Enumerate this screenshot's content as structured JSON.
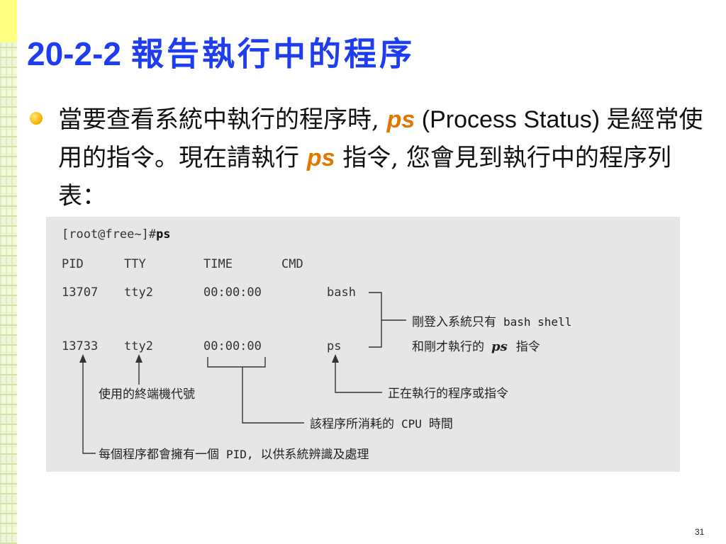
{
  "slide": {
    "title_num": "20-2-2",
    "title_text": "報告執行中的程序",
    "page_number": "31"
  },
  "bullet": {
    "p1": "當要查看系統中執行的程序時, ",
    "cmd1": "ps",
    "p2": " (Process Status) ",
    "p3": "是經常使用的指令。現在請執行 ",
    "cmd2": "ps",
    "p4": " 指令, 您會見到執行中的程序列表："
  },
  "figure": {
    "prompt": "[root@free~]#",
    "prompt_cmd": "ps",
    "headers": [
      "PID",
      "TTY",
      "TIME",
      "CMD"
    ],
    "rows": [
      {
        "pid": "13707",
        "tty": "tty2",
        "time": "00:00:00",
        "cmd": "bash"
      },
      {
        "pid": "13733",
        "tty": "tty2",
        "time": "00:00:00",
        "cmd": "ps"
      }
    ],
    "annotations": {
      "right_line1_cn": "剛登入系統只有",
      "right_line1_mono": "bash shell",
      "right_line2_cn": "和剛才執行的",
      "right_line2_ps": "ps",
      "right_line2_end": "指令",
      "tty_note": "使用的終端機代號",
      "cmd_note": "正在執行的程序或指令",
      "time_note_cn": "該程序所消耗的",
      "time_note_mono": "CPU",
      "time_note_end": "時間",
      "pid_note_cn": "每個程序都會擁有一個",
      "pid_note_mono": "PID,",
      "pid_note_end": "以供系統辨識及處理"
    }
  }
}
